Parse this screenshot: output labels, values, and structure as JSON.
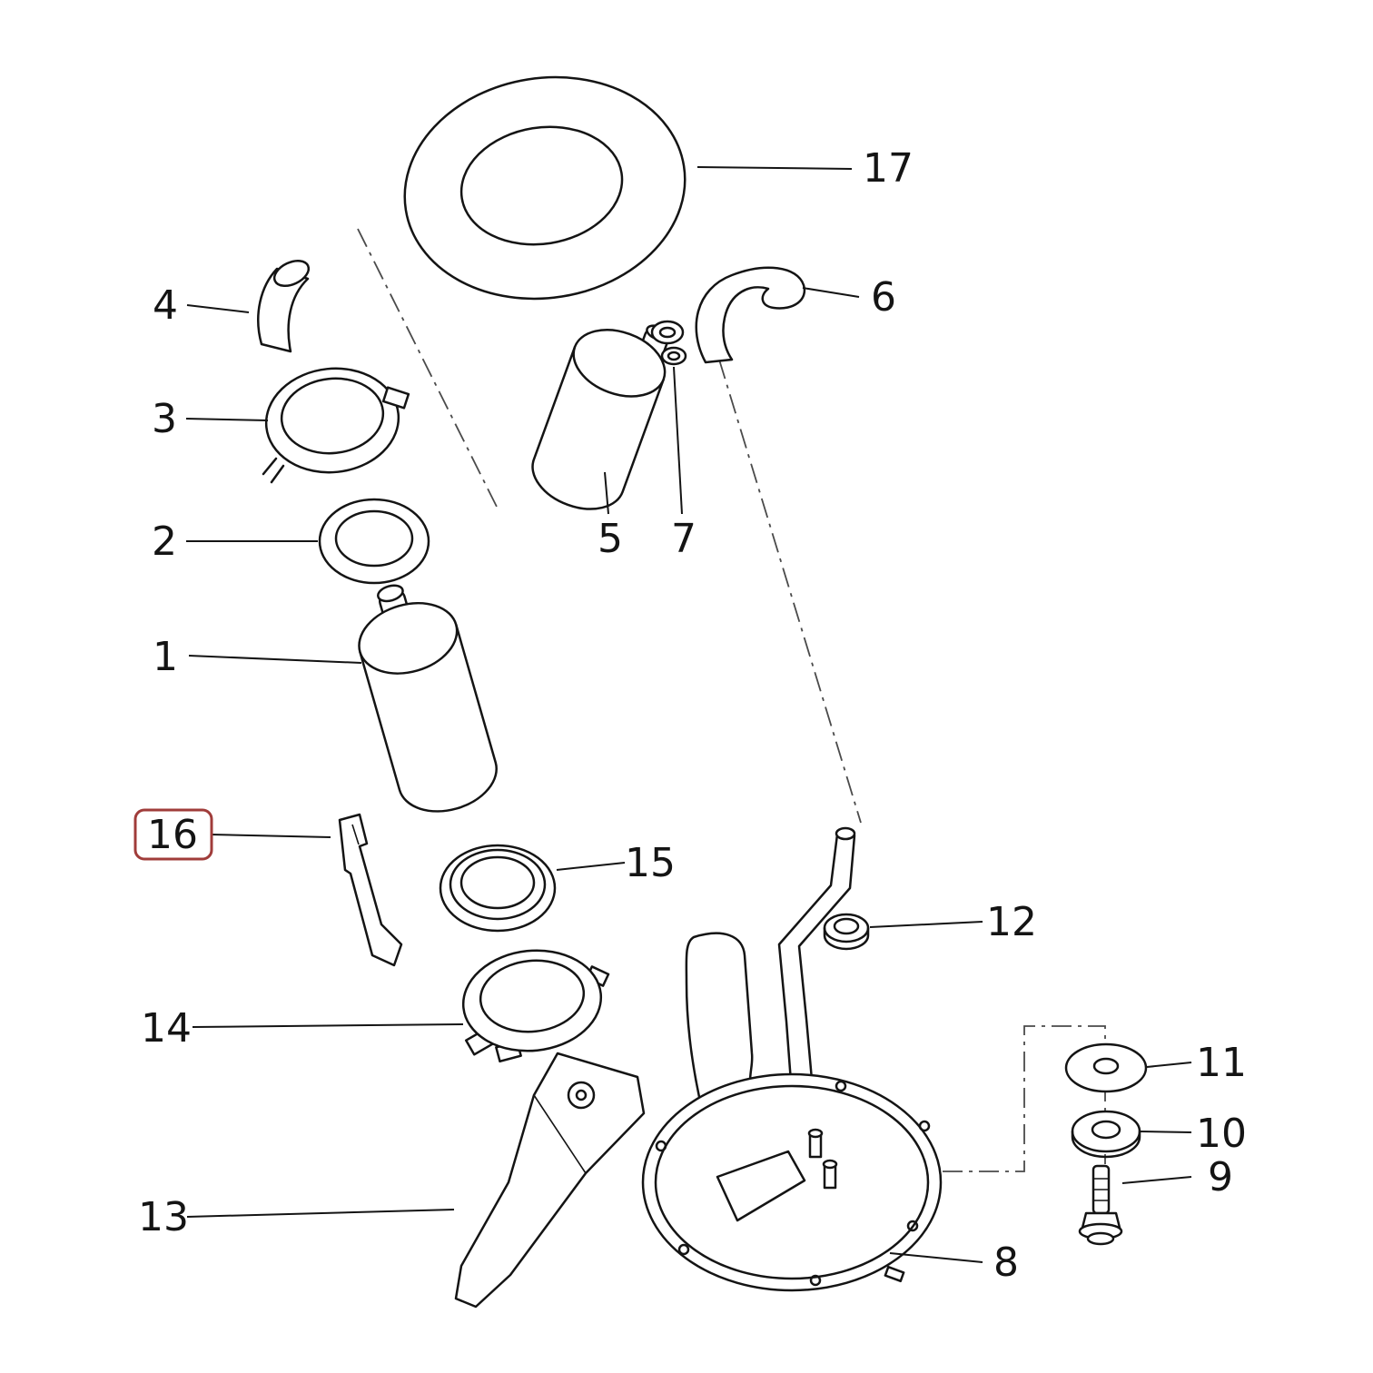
{
  "callouts": [
    {
      "label": "1",
      "highlighted": false
    },
    {
      "label": "2",
      "highlighted": false
    },
    {
      "label": "3",
      "highlighted": false
    },
    {
      "label": "4",
      "highlighted": false
    },
    {
      "label": "5",
      "highlighted": false
    },
    {
      "label": "6",
      "highlighted": false
    },
    {
      "label": "7",
      "highlighted": false
    },
    {
      "label": "8",
      "highlighted": false
    },
    {
      "label": "9",
      "highlighted": false
    },
    {
      "label": "10",
      "highlighted": false
    },
    {
      "label": "11",
      "highlighted": false
    },
    {
      "label": "12",
      "highlighted": false
    },
    {
      "label": "13",
      "highlighted": false
    },
    {
      "label": "14",
      "highlighted": false
    },
    {
      "label": "15",
      "highlighted": false
    },
    {
      "label": "16",
      "highlighted": true
    },
    {
      "label": "17",
      "highlighted": false
    }
  ],
  "colors": {
    "background": "#ffffff",
    "line": "#141414",
    "highlight": "#a03c3a"
  }
}
